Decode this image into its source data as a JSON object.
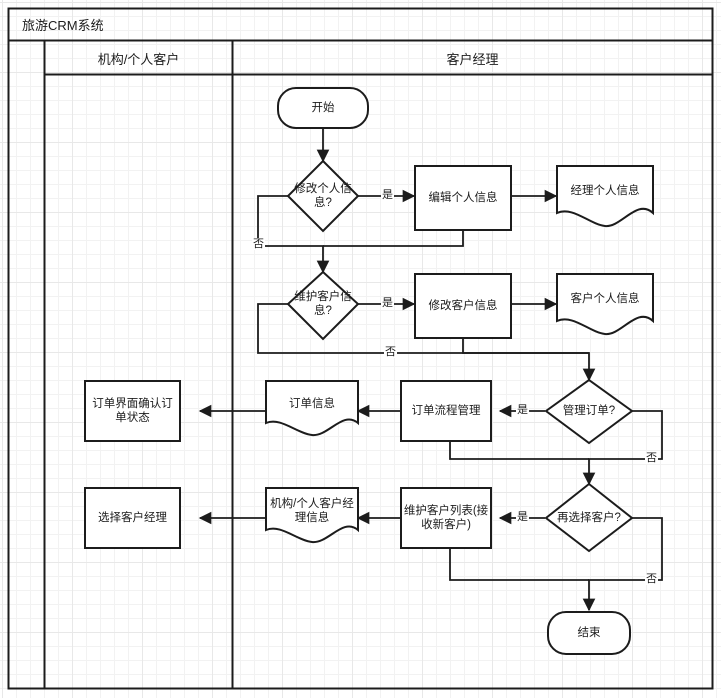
{
  "diagram": {
    "pool_title": "旅游CRM系统",
    "lanes": [
      {
        "id": "lane-customer",
        "label": "机构/个人客户"
      },
      {
        "id": "lane-manager",
        "label": "客户经理"
      }
    ],
    "colors": {
      "stroke": "#1c1c1c",
      "fill": "#ffffff",
      "grid_minor": "#f2f2f2",
      "grid_major": "#e8e8e8",
      "text": "#1c1c1c"
    },
    "nodes": [
      {
        "id": "start",
        "type": "terminator",
        "label": "开始"
      },
      {
        "id": "edit-self-q",
        "type": "decision",
        "label": "修改个人信息?"
      },
      {
        "id": "edit-self",
        "type": "process",
        "label": "编辑个人信息"
      },
      {
        "id": "manager-profile",
        "type": "document",
        "label": "经理个人信息"
      },
      {
        "id": "maint-cust-q",
        "type": "decision",
        "label": "维护客户信息?"
      },
      {
        "id": "modify-cust",
        "type": "process",
        "label": "修改客户信息"
      },
      {
        "id": "cust-profile",
        "type": "document",
        "label": "客户个人信息"
      },
      {
        "id": "manage-order-q",
        "type": "decision",
        "label": "管理订单?"
      },
      {
        "id": "order-flow-mgmt",
        "type": "process",
        "label": "订单流程管理"
      },
      {
        "id": "order-info",
        "type": "document",
        "label": "订单信息"
      },
      {
        "id": "order-confirm",
        "type": "process",
        "label": "订单界面确认订单状态"
      },
      {
        "id": "reselect-cust-q",
        "type": "decision",
        "label": "再选择客户?"
      },
      {
        "id": "maint-cust-list",
        "type": "process",
        "label": "维护客户列表(接收新客户)"
      },
      {
        "id": "cust-mgr-info",
        "type": "document",
        "label": "机构/个人客户经理信息"
      },
      {
        "id": "select-cust-mgr",
        "type": "process",
        "label": "选择客户经理"
      },
      {
        "id": "end",
        "type": "terminator",
        "label": "结束"
      }
    ],
    "edge_labels": [
      {
        "id": "yes-1",
        "text": "是"
      },
      {
        "id": "no-1",
        "text": "否"
      },
      {
        "id": "yes-2",
        "text": "是"
      },
      {
        "id": "no-2",
        "text": "否"
      },
      {
        "id": "yes-3",
        "text": "是"
      },
      {
        "id": "no-3",
        "text": "否"
      },
      {
        "id": "yes-4",
        "text": "是"
      },
      {
        "id": "no-4",
        "text": "否"
      }
    ]
  }
}
